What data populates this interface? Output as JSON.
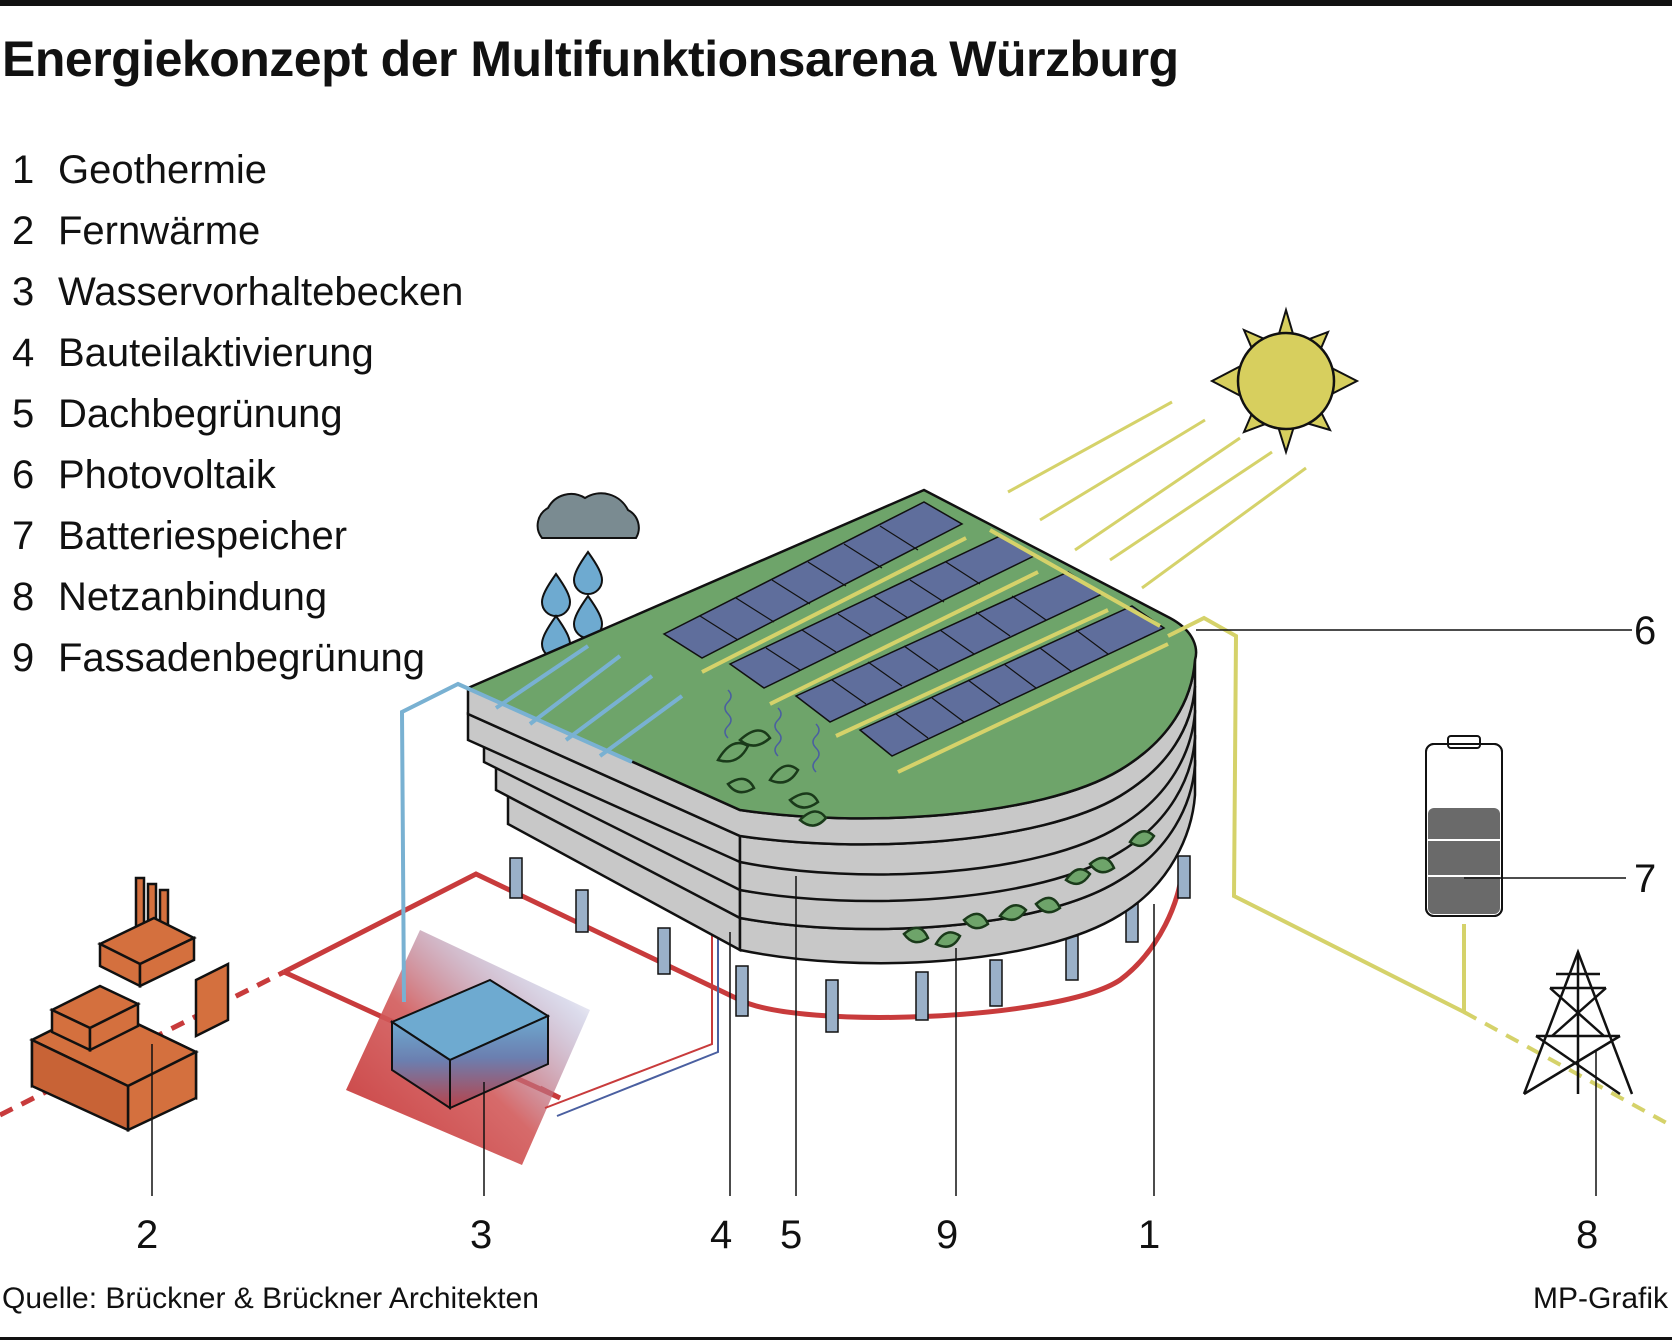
{
  "title": "Energiekonzept der Multifunktionsarena Würzburg",
  "legend": [
    {
      "num": "1",
      "label": "Geothermie"
    },
    {
      "num": "2",
      "label": "Fernwärme"
    },
    {
      "num": "3",
      "label": "Wasservorhaltebecken"
    },
    {
      "num": "4",
      "label": "Bauteilaktivierung"
    },
    {
      "num": "5",
      "label": "Dachbegrünung"
    },
    {
      "num": "6",
      "label": "Photovoltaik"
    },
    {
      "num": "7",
      "label": "Batteriespeicher"
    },
    {
      "num": "8",
      "label": "Netzanbindung"
    },
    {
      "num": "9",
      "label": "Fassadenbegrünung"
    }
  ],
  "callouts": {
    "geothermie": "1",
    "fernwaerme": "2",
    "wasserbecken": "3",
    "bauteilaktivierung": "4",
    "dachbegruenung": "5",
    "photovoltaik": "6",
    "batterie": "7",
    "netz": "8",
    "fassade": "9"
  },
  "source": "Quelle: Brückner & Brückner Architekten",
  "credit": "MP-Grafik",
  "colors": {
    "roof_green": "#6ea46a",
    "solar_panel": "#5f6e9c",
    "sun": "#d7cf5e",
    "pipe_yellow": "#d5d26a",
    "pipe_blue": "#79b1d2",
    "pipe_red": "#c83b3c",
    "building_grey": "#c8c8c8",
    "plant_orange": "#d4703e",
    "cloud": "#7a8b91",
    "rain": "#6eaad0",
    "battery": "#6a6a6a"
  }
}
